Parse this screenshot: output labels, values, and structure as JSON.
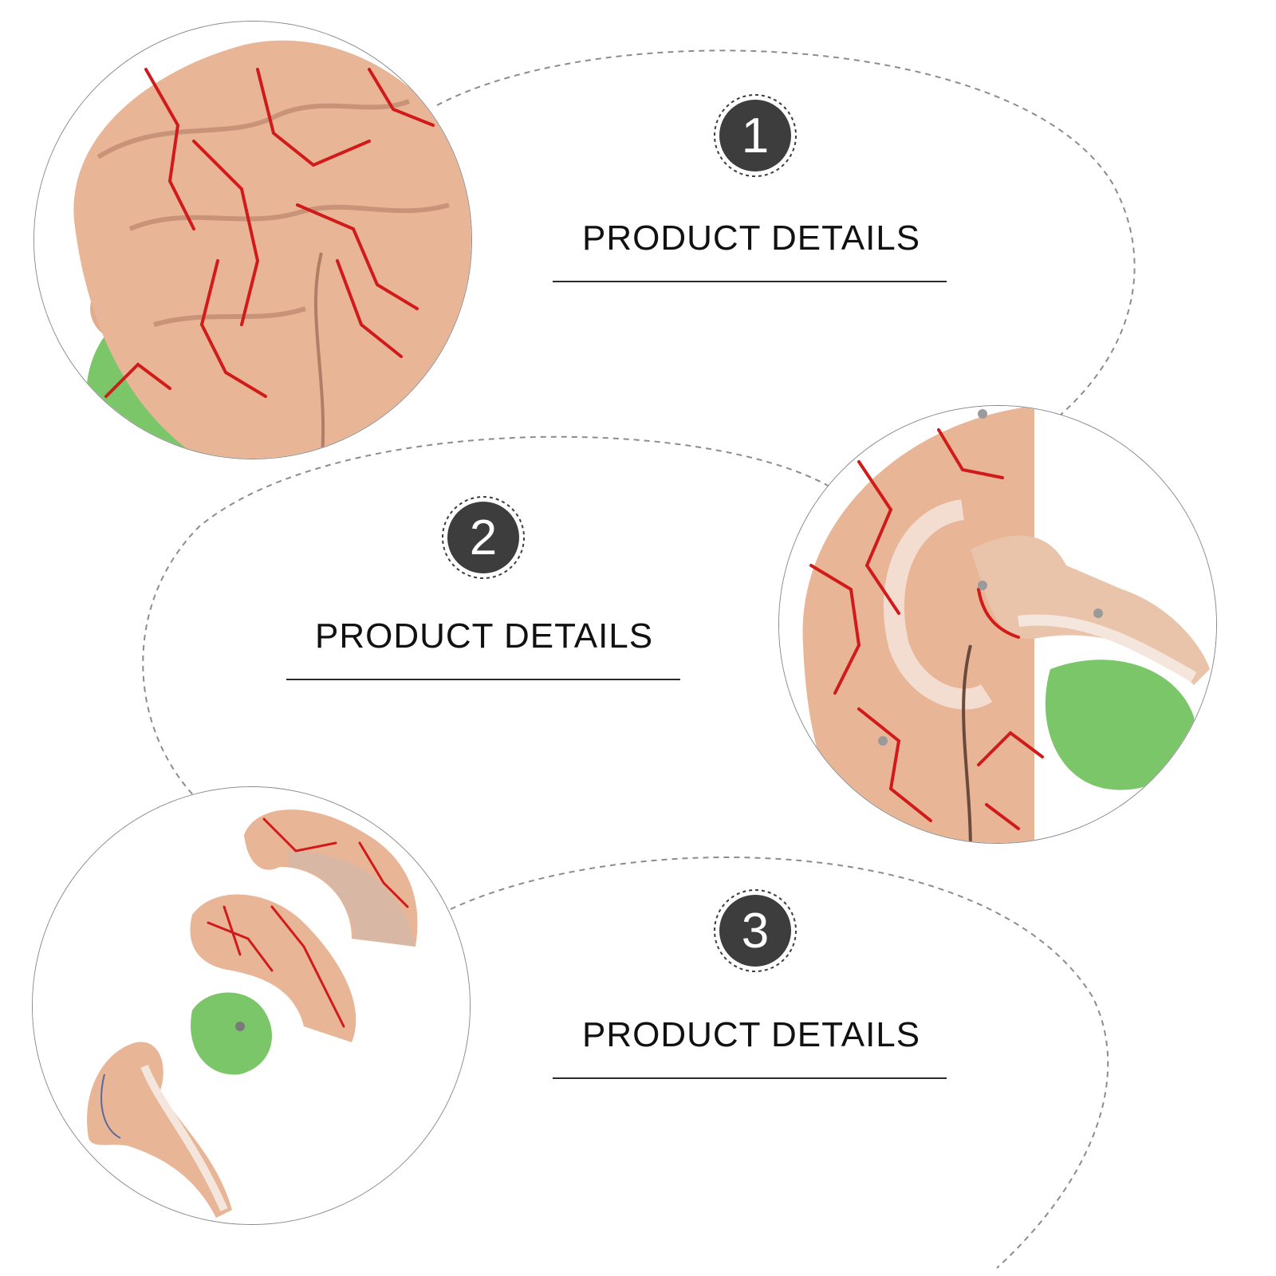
{
  "sections": [
    {
      "number": "1",
      "title": "PRODUCT DETAILS",
      "image": "brain-model-lateral-view"
    },
    {
      "number": "2",
      "title": "PRODUCT DETAILS",
      "image": "brain-model-sagittal-section"
    },
    {
      "number": "3",
      "title": "PRODUCT DETAILS",
      "image": "brain-model-separated-parts"
    }
  ],
  "colors": {
    "badge": "#3d3d3d",
    "text": "#111111",
    "dashed_outline": "#8c8c8c",
    "brain_tissue": "#e8b597",
    "arteries": "#d11a1a",
    "cerebellum": "#7cc66a"
  }
}
